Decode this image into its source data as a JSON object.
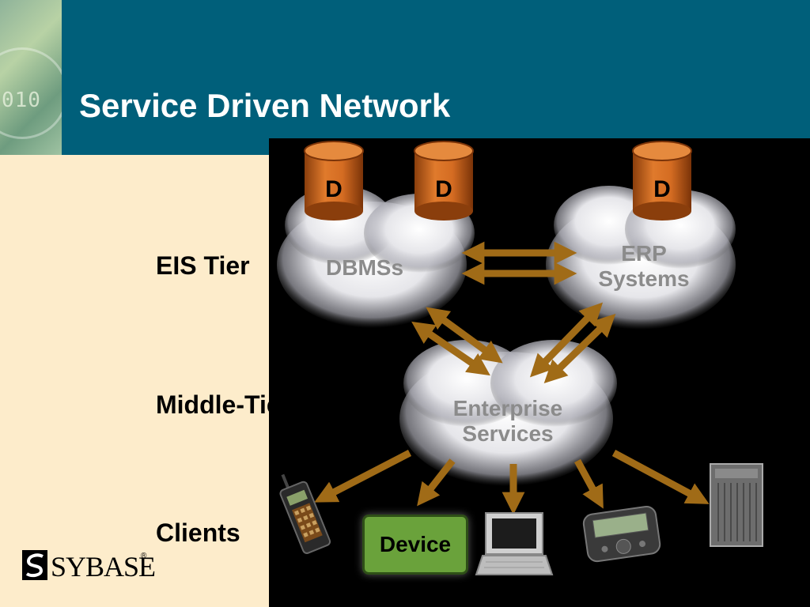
{
  "slide": {
    "title": "Service Driven Network",
    "tiers": {
      "eis": "EIS Tier",
      "middle": "Middle-Tier",
      "clients": "Clients"
    },
    "corner_bits": "010"
  },
  "logo": {
    "text": "SYBASE",
    "mark": "®"
  },
  "diagram": {
    "databases": [
      {
        "label": "D"
      },
      {
        "label": "D"
      },
      {
        "label": "D"
      }
    ],
    "clouds": {
      "dbms": "DBMSs",
      "erp_line1": "ERP",
      "erp_line2": "Systems",
      "ent_line1": "Enterprise",
      "ent_line2": "Services"
    },
    "device_label": "Device",
    "client_icons": [
      "mobile-phone-icon",
      "device-button",
      "laptop-icon",
      "pager-icon",
      "server-tower-icon"
    ]
  },
  "colors": {
    "header": "#005f7a",
    "slide_bg": "#fdeccb",
    "database": "#c8641e",
    "arrow": "#a06b17",
    "device": "#6aa23b",
    "cloud_text": "#8b8b8b"
  }
}
